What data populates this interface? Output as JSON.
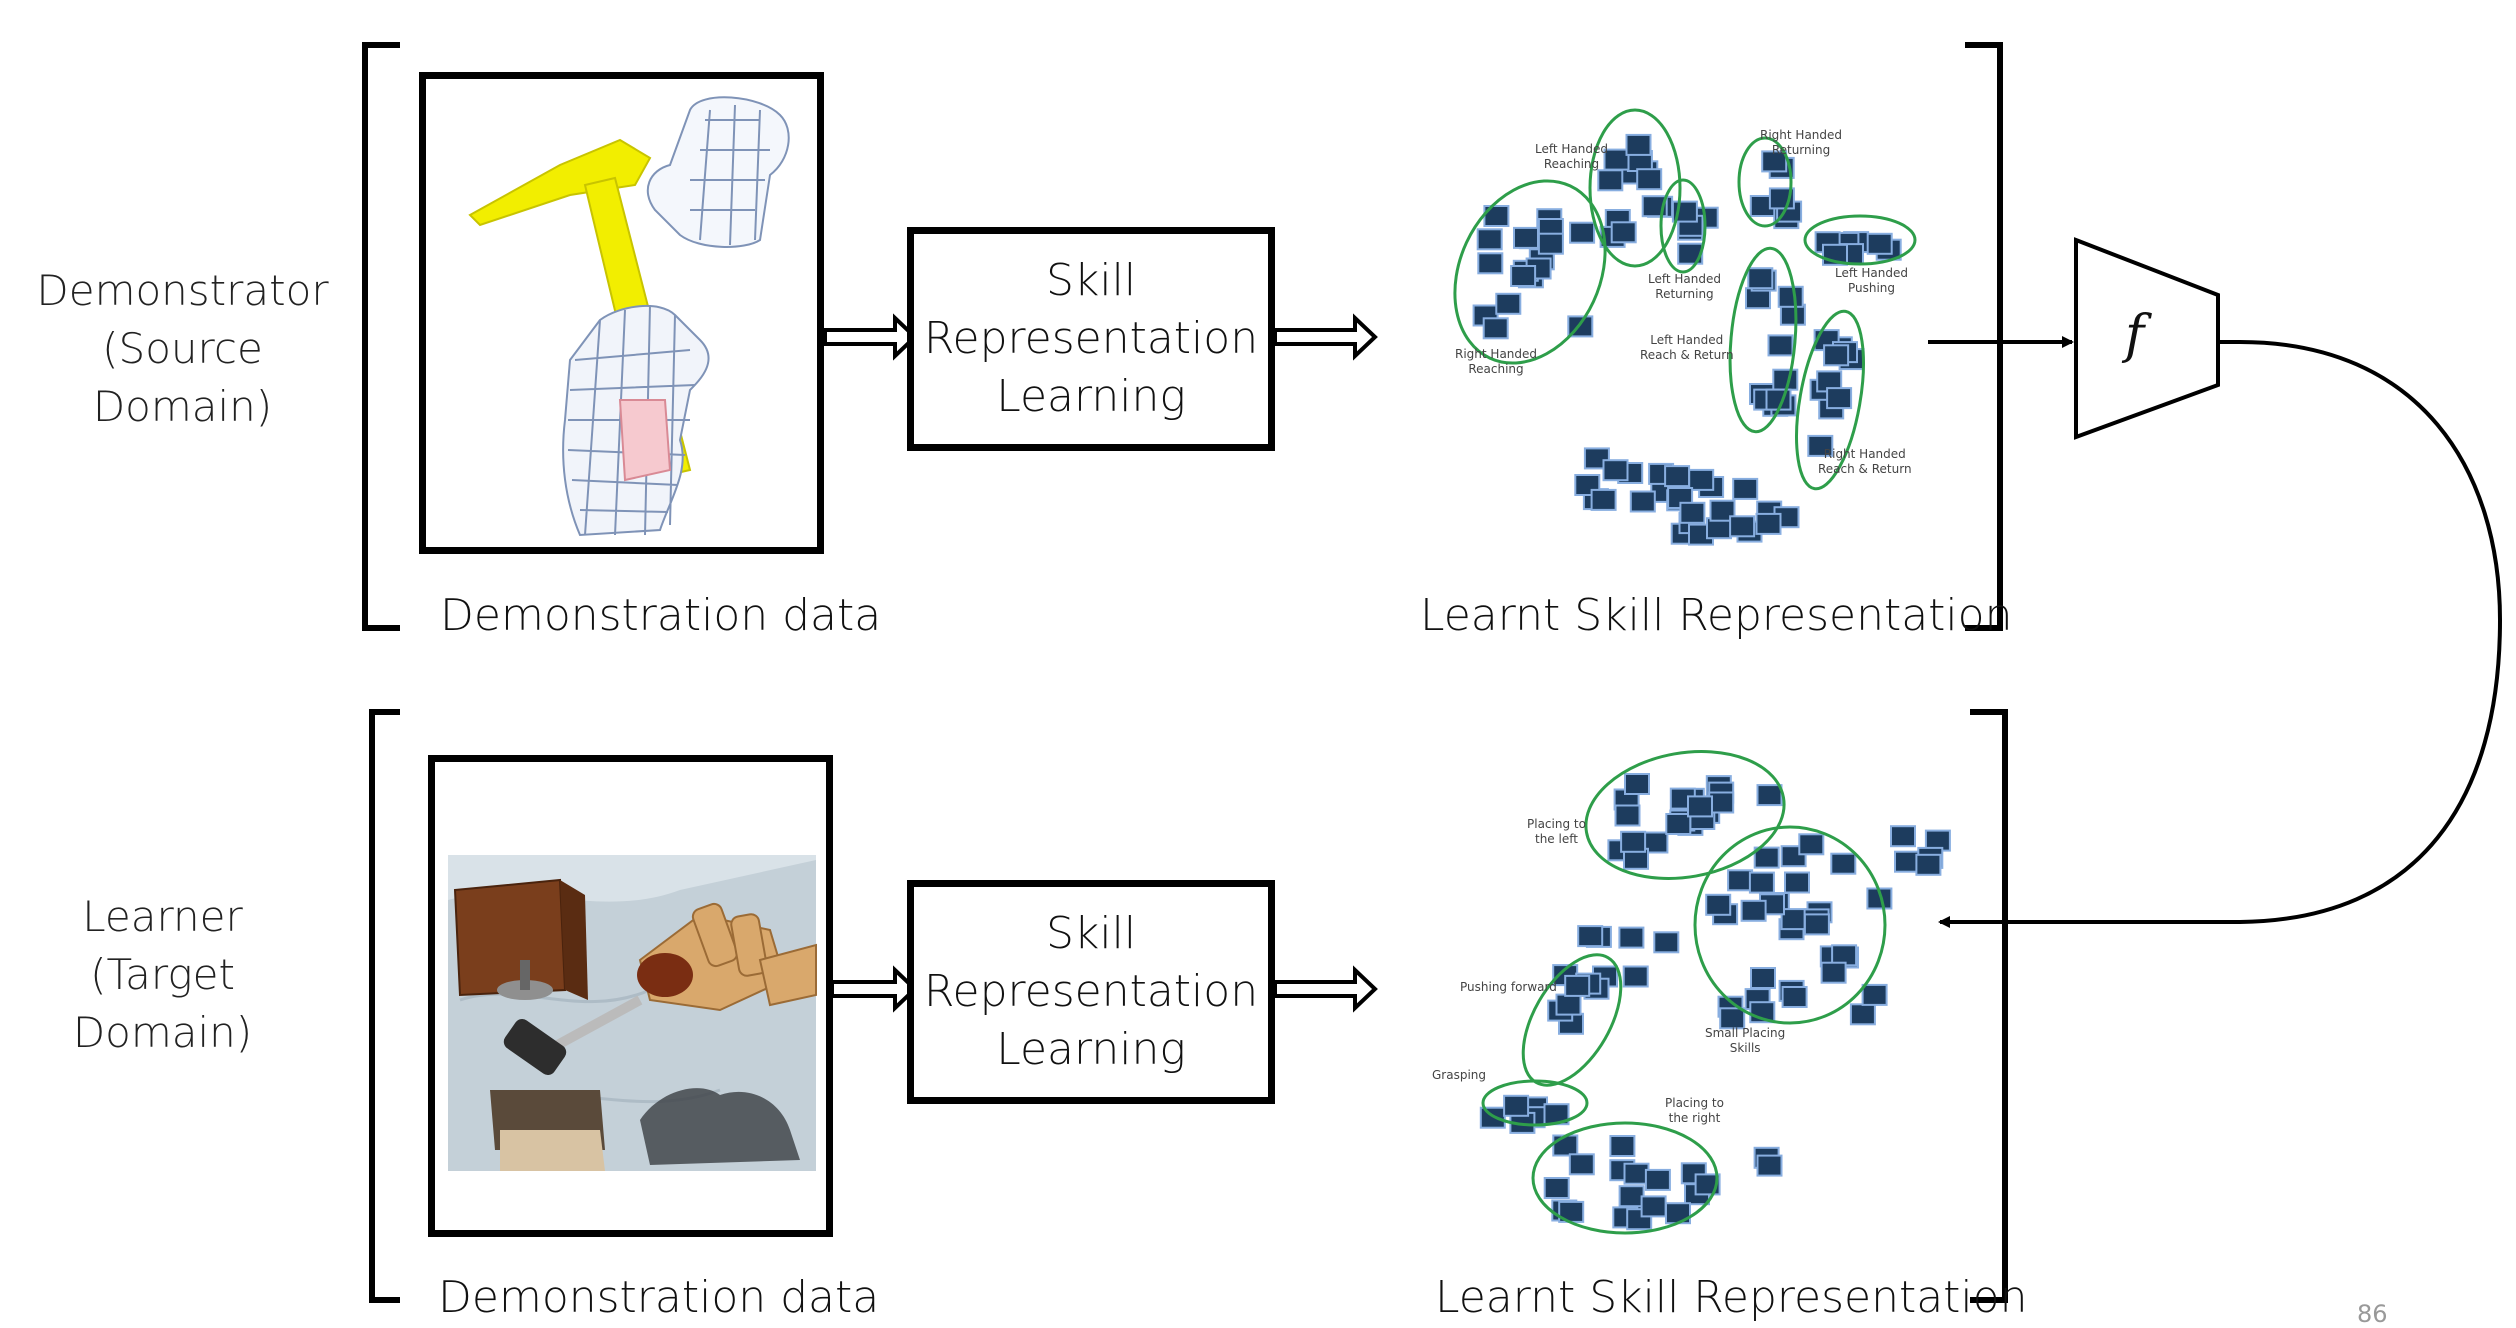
{
  "rows": [
    {
      "side_label_line1": "Demonstrator",
      "side_label_line2": "(Source Domain)",
      "demo_caption": "Demonstration data",
      "skill_box": [
        "Skill",
        "Representation",
        "Learning"
      ],
      "rep_caption": "Learnt Skill Representation",
      "clusters": [
        {
          "name": "Left Handed Reaching",
          "lines": [
            "Left Handed",
            "Reaching"
          ]
        },
        {
          "name": "Right Handed Returning",
          "lines": [
            "Right Handed",
            "Returning"
          ]
        },
        {
          "name": "Left Handed Returning",
          "lines": [
            "Left Handed",
            "Returning"
          ]
        },
        {
          "name": "Left Handed Pushing",
          "lines": [
            "Left Handed",
            "Pushing"
          ]
        },
        {
          "name": "Right Handed Reaching",
          "lines": [
            "Right Handed",
            "Reaching"
          ]
        },
        {
          "name": "Left Handed Reach & Return",
          "lines": [
            "Left Handed",
            "Reach & Return"
          ]
        },
        {
          "name": "Right Handed Reach & Return",
          "lines": [
            "Right Handed",
            "Reach & Return"
          ]
        }
      ]
    },
    {
      "side_label_line1": "Learner",
      "side_label_line2": "(Target Domain)",
      "demo_caption": "Demonstration data",
      "skill_box": [
        "Skill",
        "Representation",
        "Learning"
      ],
      "rep_caption": "Learnt Skill Representation",
      "clusters": [
        {
          "name": "Placing to the left",
          "lines": [
            "Placing to",
            "the left"
          ]
        },
        {
          "name": "Pushing forward",
          "lines": [
            "Pushing forward"
          ]
        },
        {
          "name": "Small Placing Skills",
          "lines": [
            "Small Placing",
            "Skills"
          ]
        },
        {
          "name": "Grasping",
          "lines": [
            "Grasping"
          ]
        },
        {
          "name": "Placing to the right",
          "lines": [
            "Placing to",
            "the right"
          ]
        }
      ]
    }
  ],
  "mapping_label": "f",
  "page_number": "86",
  "colors": {
    "cluster_outline": "#2e9e4a",
    "hammer": "#f2ee00",
    "thumb_fill": "#1d3c5e"
  },
  "icons": [
    "hand-hammer-illustration",
    "robot-hand-scene"
  ]
}
